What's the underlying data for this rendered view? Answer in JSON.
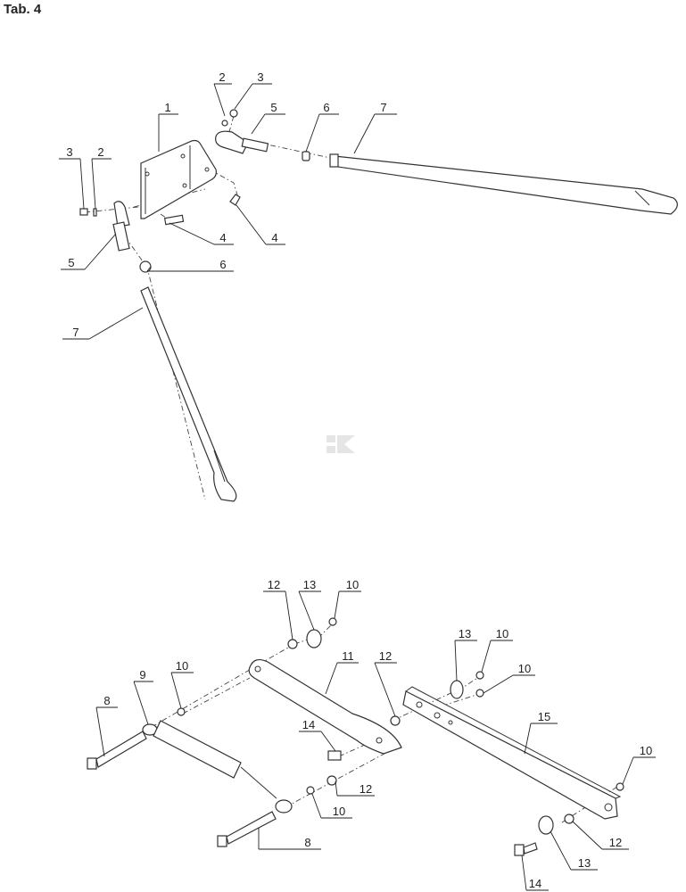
{
  "title": "Tab. 4",
  "callouts": [
    "1",
    "2",
    "3",
    "5",
    "6",
    "7",
    "3",
    "2",
    "5",
    "4",
    "4",
    "6",
    "7",
    "12",
    "13",
    "10",
    "13",
    "10",
    "10",
    "11",
    "12",
    "9",
    "10",
    "8",
    "15",
    "14",
    "10",
    "12",
    "10",
    "12",
    "13",
    "8",
    "14"
  ]
}
